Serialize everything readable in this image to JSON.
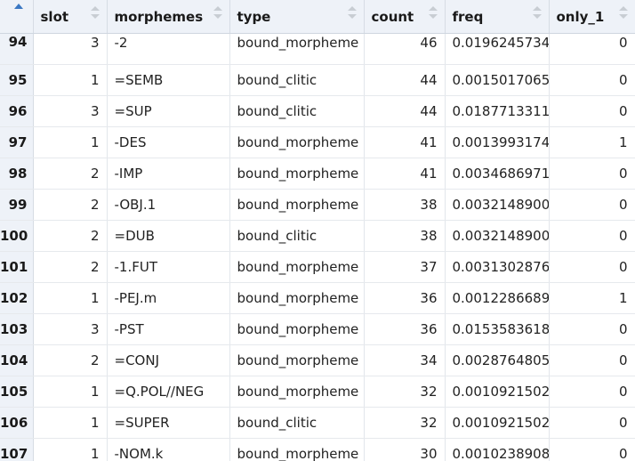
{
  "table": {
    "columns": [
      {
        "key": "idx",
        "label": ""
      },
      {
        "key": "slot",
        "label": "slot"
      },
      {
        "key": "morphemes",
        "label": "morphemes"
      },
      {
        "key": "type",
        "label": "type"
      },
      {
        "key": "count",
        "label": "count"
      },
      {
        "key": "freq",
        "label": "freq"
      },
      {
        "key": "only_1",
        "label": "only_1"
      }
    ],
    "rows": [
      {
        "idx": "94",
        "slot": "3",
        "morphemes": "-2",
        "type": "bound_morpheme",
        "count": "46",
        "freq": "0.0196245734",
        "only_1": "0"
      },
      {
        "idx": "95",
        "slot": "1",
        "morphemes": "=SEMB",
        "type": "bound_clitic",
        "count": "44",
        "freq": "0.0015017065",
        "only_1": "0"
      },
      {
        "idx": "96",
        "slot": "3",
        "morphemes": "=SUP",
        "type": "bound_clitic",
        "count": "44",
        "freq": "0.0187713311",
        "only_1": "0"
      },
      {
        "idx": "97",
        "slot": "1",
        "morphemes": "-DES",
        "type": "bound_morpheme",
        "count": "41",
        "freq": "0.0013993174",
        "only_1": "1"
      },
      {
        "idx": "98",
        "slot": "2",
        "morphemes": "-IMP",
        "type": "bound_morpheme",
        "count": "41",
        "freq": "0.0034686971",
        "only_1": "0"
      },
      {
        "idx": "99",
        "slot": "2",
        "morphemes": "-OBJ.1",
        "type": "bound_morpheme",
        "count": "38",
        "freq": "0.0032148900",
        "only_1": "0"
      },
      {
        "idx": "100",
        "slot": "2",
        "morphemes": "=DUB",
        "type": "bound_clitic",
        "count": "38",
        "freq": "0.0032148900",
        "only_1": "0"
      },
      {
        "idx": "101",
        "slot": "2",
        "morphemes": "-1.FUT",
        "type": "bound_morpheme",
        "count": "37",
        "freq": "0.0031302876",
        "only_1": "0"
      },
      {
        "idx": "102",
        "slot": "1",
        "morphemes": "-PEJ.m",
        "type": "bound_morpheme",
        "count": "36",
        "freq": "0.0012286689",
        "only_1": "1"
      },
      {
        "idx": "103",
        "slot": "3",
        "morphemes": "-PST",
        "type": "bound_morpheme",
        "count": "36",
        "freq": "0.0153583618",
        "only_1": "0"
      },
      {
        "idx": "104",
        "slot": "2",
        "morphemes": "=CONJ",
        "type": "bound_morpheme",
        "count": "34",
        "freq": "0.0028764805",
        "only_1": "0"
      },
      {
        "idx": "105",
        "slot": "1",
        "morphemes": "=Q.POL//NEG",
        "type": "bound_morpheme",
        "count": "32",
        "freq": "0.0010921502",
        "only_1": "0"
      },
      {
        "idx": "106",
        "slot": "1",
        "morphemes": "=SUPER",
        "type": "bound_clitic",
        "count": "32",
        "freq": "0.0010921502",
        "only_1": "0"
      },
      {
        "idx": "107",
        "slot": "1",
        "morphemes": "-NOM.k",
        "type": "bound_morpheme",
        "count": "30",
        "freq": "0.0010238908",
        "only_1": "0"
      }
    ]
  },
  "icons": {
    "index_sort": "sort-ascending-icon",
    "column_sort": "sort-both-icon"
  },
  "colors": {
    "header_bg": "#eef2f8",
    "index_bg": "#eef2f8",
    "sort_active": "#3b78c3",
    "sort_inactive": "#c8cdd3"
  }
}
